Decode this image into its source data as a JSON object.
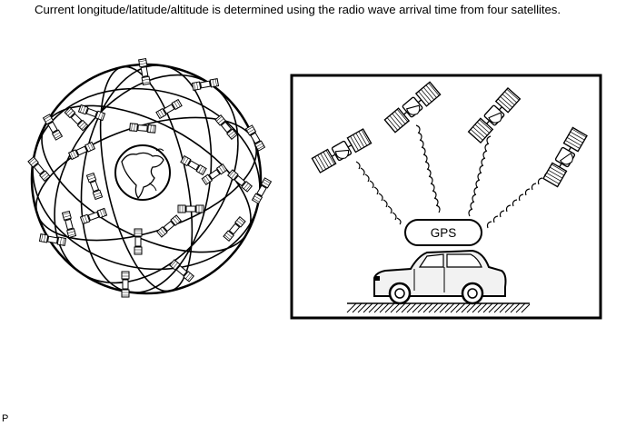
{
  "caption": "Current longitude/latitude/altitude is determined using the radio wave arrival time from four satellites.",
  "receiver_label": "GPS",
  "figure_code": "P",
  "constellation_satellite_count": 24,
  "signal_satellite_count": 4,
  "colors": {
    "ink": "#000000",
    "paper": "#ffffff",
    "body_tint": "#f2f2f2"
  },
  "icons": [
    "satellite-icon",
    "earth-globe-icon",
    "car-icon",
    "radio-wave-icon",
    "ground-hatch-icon"
  ]
}
